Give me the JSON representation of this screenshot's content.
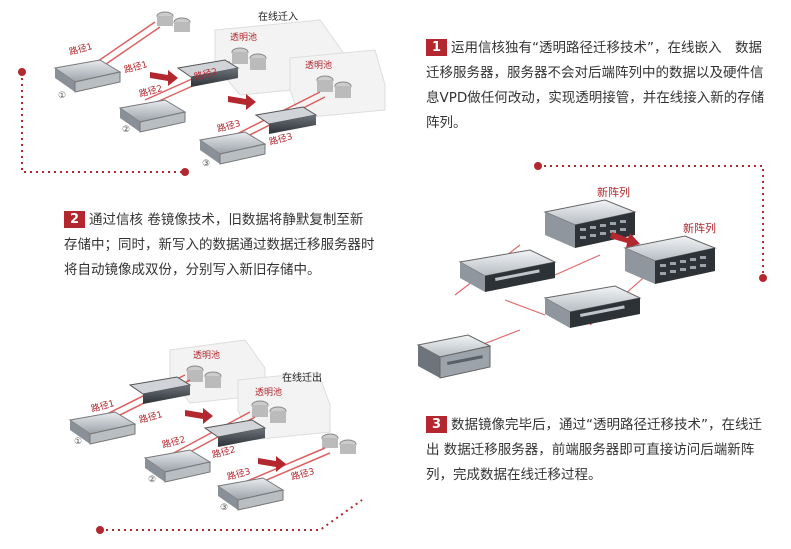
{
  "steps": [
    {
      "number": "1",
      "text": "运用信核独有“透明路径迁移技术”，在线嵌入　数据迁移服务器，服务器不会对后端阵列中的数据以及硬件信息VPD做任何改动，实现透明接管，并在线接入新的存储阵列。"
    },
    {
      "number": "2",
      "text": "通过信核 卷镜像技术，旧数据将静默复制至新存储中；同时，新写入的数据通过数据迁移服务器时将自动镜像成双份，分别写入新旧存储中。"
    },
    {
      "number": "3",
      "text": "数据镜像完毕后，通过“透明路径迁移技术”，在线迁出 数据迁移服务器，前端服务器即可直接访问后端新阵列，完成数据在线迁移过程。"
    }
  ],
  "diagram_top": {
    "caption": "在线迁入",
    "pool_labels": [
      "透明池",
      "透明池"
    ],
    "path_labels": [
      "路径1",
      "路径1",
      "路径2",
      "路径2",
      "路径3",
      "路径3"
    ],
    "server_numbers": [
      "①",
      "②",
      "③"
    ]
  },
  "diagram_bottom": {
    "caption": "在线迁出",
    "pool_labels": [
      "透明池",
      "透明池"
    ],
    "path_labels": [
      "路径1",
      "路径1",
      "路径2",
      "路径2",
      "路径3",
      "路径3"
    ],
    "server_numbers": [
      "①",
      "②",
      "③"
    ]
  },
  "diagram_right": {
    "new_array_labels": [
      "新阵列",
      "新阵列"
    ]
  },
  "colors": {
    "accent": "#b2282e",
    "connector": "#c0392b",
    "badge_bg": "#b2282e"
  }
}
